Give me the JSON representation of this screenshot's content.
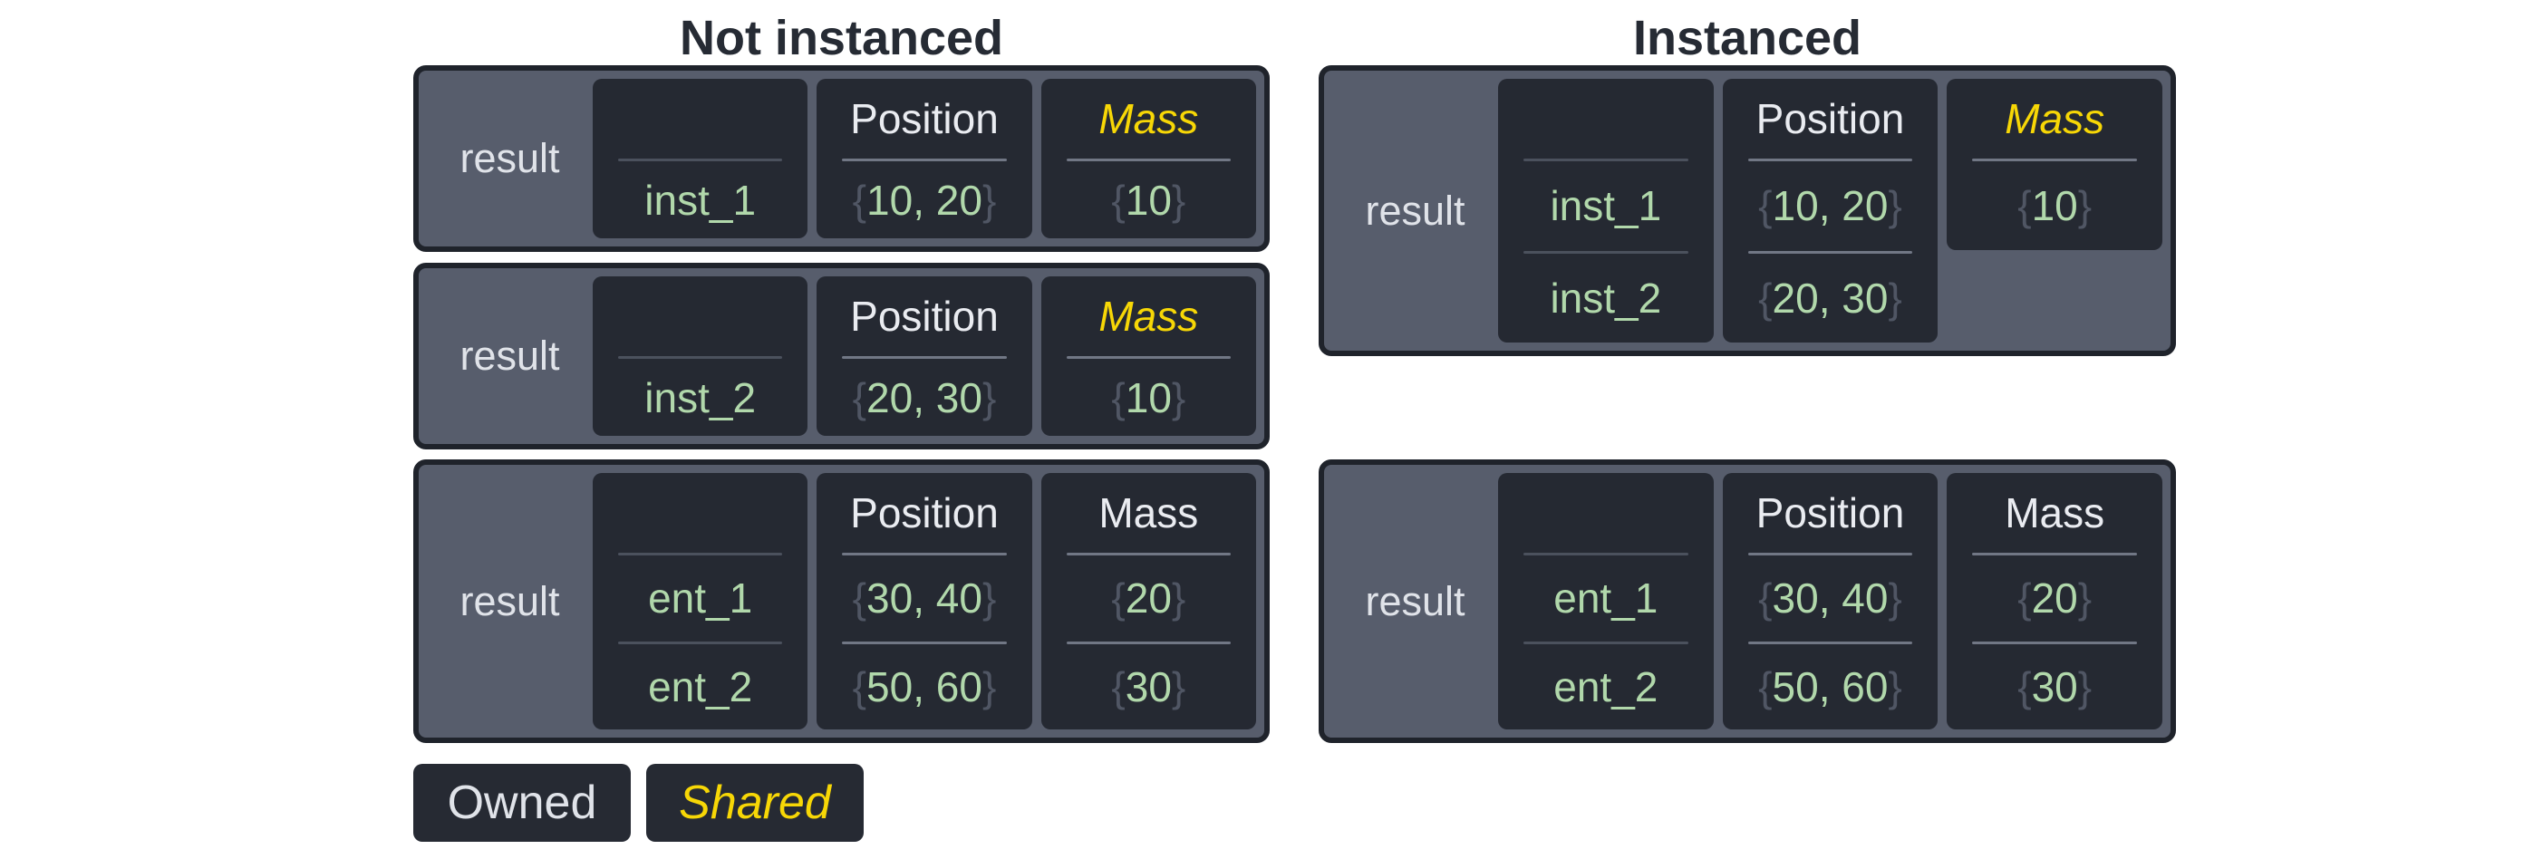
{
  "colors": {
    "page_bg": "#ffffff",
    "title_text": "#262b34",
    "box_border": "#1f232b",
    "box_bg": "#575d6c",
    "cell_bg": "#252932",
    "result_text": "#e0e3e9",
    "header_text": "#eaecf1",
    "shared_yellow": "#f7d706",
    "value_green": "#b1d8ab",
    "brace": "#505664",
    "divider": "#717785",
    "divider_id": "#4b515d",
    "legend_bg": "#262a33"
  },
  "braces": {
    "open": "{",
    "close": "}"
  },
  "left": {
    "title": "Not instanced"
  },
  "right": {
    "title": "Instanced"
  },
  "legend": {
    "owned": "Owned",
    "shared": "Shared"
  },
  "boxes": [
    {
      "id": "left-0",
      "label": "result",
      "columns": [
        {
          "name": "entity-id",
          "header": "",
          "braces": false,
          "rows": [
            "inst_1"
          ]
        },
        {
          "name": "position",
          "header": "Position",
          "braces": true,
          "rows": [
            "10, 20"
          ]
        },
        {
          "name": "mass",
          "header": "Mass",
          "shared": true,
          "braces": true,
          "rows": [
            "10"
          ]
        }
      ]
    },
    {
      "id": "left-1",
      "label": "result",
      "columns": [
        {
          "name": "entity-id",
          "header": "",
          "braces": false,
          "rows": [
            "inst_2"
          ]
        },
        {
          "name": "position",
          "header": "Position",
          "braces": true,
          "rows": [
            "20, 30"
          ]
        },
        {
          "name": "mass",
          "header": "Mass",
          "shared": true,
          "braces": true,
          "rows": [
            "10"
          ]
        }
      ]
    },
    {
      "id": "left-2",
      "label": "result",
      "columns": [
        {
          "name": "entity-id",
          "header": "",
          "braces": false,
          "rows": [
            "ent_1",
            "ent_2"
          ]
        },
        {
          "name": "position",
          "header": "Position",
          "braces": true,
          "rows": [
            "30, 40",
            "50, 60"
          ]
        },
        {
          "name": "mass",
          "header": "Mass",
          "braces": true,
          "rows": [
            "20",
            "30"
          ]
        }
      ]
    },
    {
      "id": "right-0",
      "label": "result",
      "columns": [
        {
          "name": "entity-id",
          "header": "",
          "braces": false,
          "rows": [
            "inst_1",
            "inst_2"
          ]
        },
        {
          "name": "position",
          "header": "Position",
          "braces": true,
          "rows": [
            "10, 20",
            "20, 30"
          ]
        },
        {
          "name": "mass",
          "header": "Mass",
          "shared": true,
          "short": true,
          "braces": true,
          "rows": [
            "10"
          ]
        }
      ]
    },
    {
      "id": "right-1",
      "label": "result",
      "columns": [
        {
          "name": "entity-id",
          "header": "",
          "braces": false,
          "rows": [
            "ent_1",
            "ent_2"
          ]
        },
        {
          "name": "position",
          "header": "Position",
          "braces": true,
          "rows": [
            "30, 40",
            "50, 60"
          ]
        },
        {
          "name": "mass",
          "header": "Mass",
          "braces": true,
          "rows": [
            "20",
            "30"
          ]
        }
      ]
    }
  ]
}
